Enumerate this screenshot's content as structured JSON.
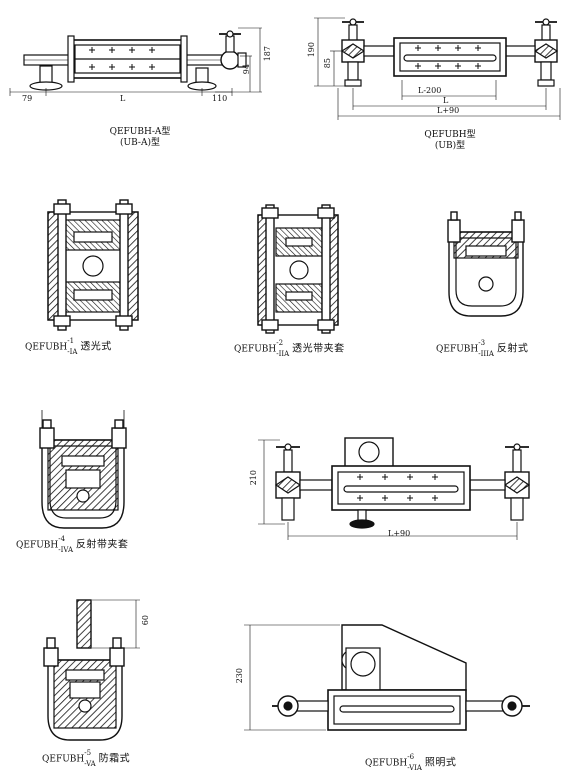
{
  "figures": {
    "a": {
      "model": "QEFUBH-A型",
      "subtype": "(UB-A)型",
      "dims": {
        "left": "79",
        "center": "L",
        "right": "110",
        "h1": "94",
        "h2": "187"
      }
    },
    "b": {
      "model": "QEFUBH型",
      "subtype": "(UB)型",
      "dims": {
        "h1": "190",
        "h2": "85",
        "inner": "L-200",
        "mid": "L",
        "outer": "L+90"
      }
    },
    "c1": {
      "prefix": "QEFUBH",
      "sup": "-1",
      "sub": "-IA",
      "name": "透光式"
    },
    "c2": {
      "prefix": "QEFUBH",
      "sup": "-2",
      "sub": "-IIA",
      "name": "透光带夹套"
    },
    "c3": {
      "prefix": "QEFUBH",
      "sup": "-3",
      "sub": "-IIIA",
      "name": "反射式"
    },
    "c4": {
      "prefix": "QEFUBH",
      "sup": "-4",
      "sub": "-IVA",
      "name": "反射带夹套"
    },
    "c5": {
      "dims": {
        "h": "210",
        "w": "L+90"
      }
    },
    "c6": {
      "prefix": "QEFUBH",
      "sup": "-5",
      "sub": "-VA",
      "name": "防霜式",
      "dims": {
        "h": "60"
      }
    },
    "c7": {
      "prefix": "QEFUBH",
      "sup": "-6",
      "sub": "-VIA",
      "name": "照明式",
      "dims": {
        "h": "230"
      }
    }
  }
}
